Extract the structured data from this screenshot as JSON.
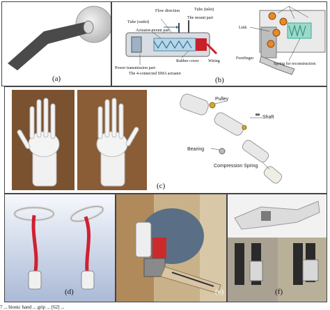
{
  "figure": {
    "labels": {
      "a": "(a)",
      "b": "(b)",
      "c": "(c)",
      "d": "(d)",
      "e": "(e)",
      "f": "(f)"
    },
    "panel_b": {
      "flow_direction": "Flow direction",
      "tube_outlet": "Tube (outlet)",
      "tube_inlet": "Tube (inlet)",
      "mount_part": "The mount part",
      "actuator_mount_part": "Actuator mount part",
      "rubber_cover": "Rubber cover",
      "wiring": "Wiring",
      "power_transmission": "Power transmission part",
      "sma_actuator": "The 4-connected SMA actuator",
      "link": "Link",
      "forefinger": "Forefinger",
      "spring": "Spring for reconstruction"
    },
    "panel_c": {
      "pulley": "Pulley",
      "shaft": "Shaft",
      "bearing": "Bearing",
      "compression_spring": "Compression Spring"
    },
    "caption": "7 ... bionic hand ... grip ... [62] ..."
  },
  "colors": {
    "border": "#444444",
    "sma_red": "#c8202a",
    "spring_orange": "#e8892a",
    "joint_teal": "#2fb0a0"
  }
}
